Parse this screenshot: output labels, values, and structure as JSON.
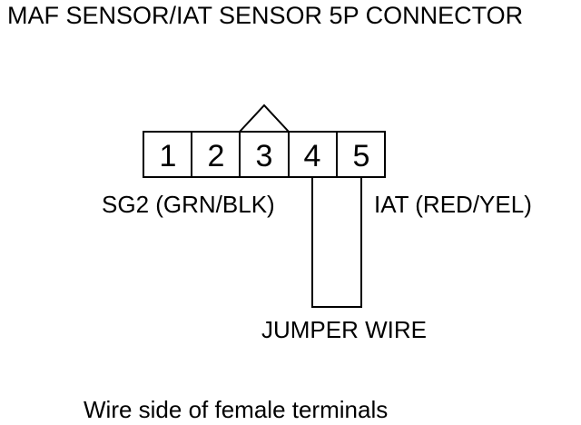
{
  "title": "MAF SENSOR/IAT SENSOR 5P CONNECTOR",
  "connector": {
    "pins": [
      "1",
      "2",
      "3",
      "4",
      "5"
    ]
  },
  "labels": {
    "left_wire": "SG2 (GRN/BLK)",
    "right_wire": "IAT (RED/YEL)",
    "jumper": "JUMPER WIRE",
    "footer": "Wire side of female terminals"
  }
}
